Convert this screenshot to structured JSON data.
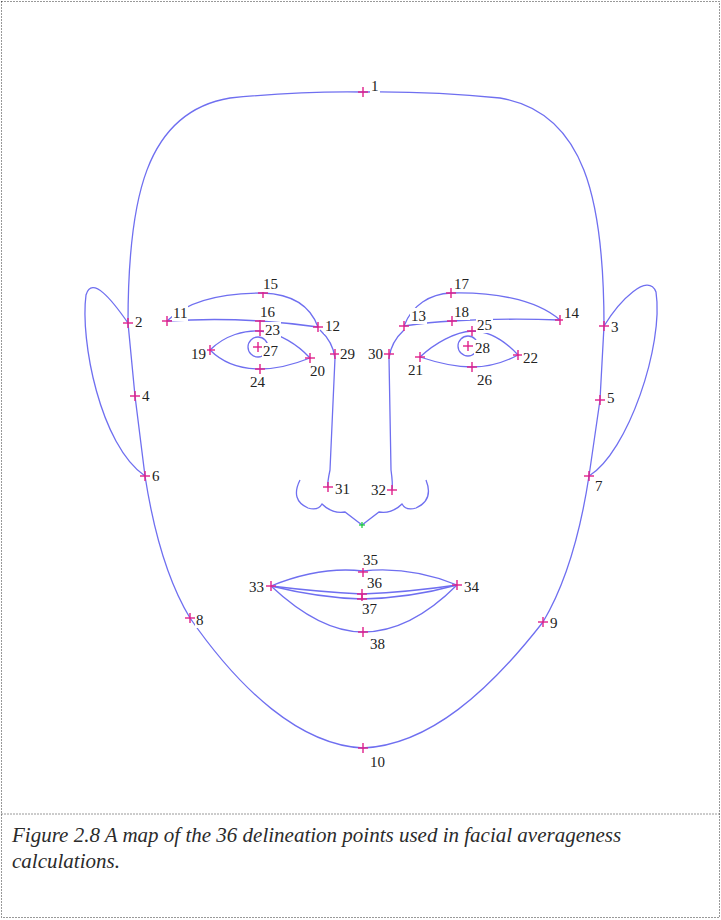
{
  "diagram": {
    "caption": "Figure 2.8 A map of the 36 delineation points used in facial averageness calculations.",
    "labels": [
      "1",
      "2",
      "3",
      "4",
      "5",
      "6",
      "7",
      "8",
      "9",
      "10",
      "11",
      "12",
      "13",
      "14",
      "15",
      "16",
      "17",
      "18",
      "19",
      "20",
      "21",
      "22",
      "23",
      "24",
      "25",
      "26",
      "27",
      "28",
      "29",
      "30",
      "31",
      "32",
      "33",
      "34",
      "35",
      "36",
      "37",
      "38"
    ]
  }
}
